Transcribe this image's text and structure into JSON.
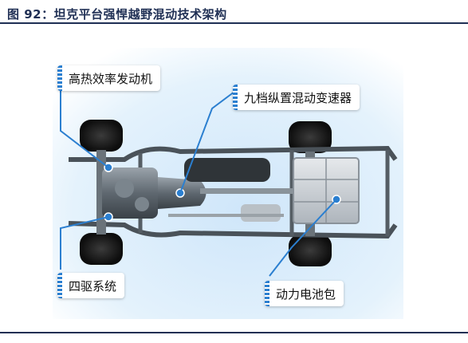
{
  "caption": "图 92：坦克平台强悍越野混动技术架构",
  "callouts": {
    "engine": "高热效率发动机",
    "transmission": "九档纵置混动变速器",
    "awd": "四驱系统",
    "battery": "动力电池包"
  },
  "colors": {
    "caption": "#1f2f54",
    "accent": "#2b7fd0",
    "background_glow": "#d7ecfb"
  }
}
